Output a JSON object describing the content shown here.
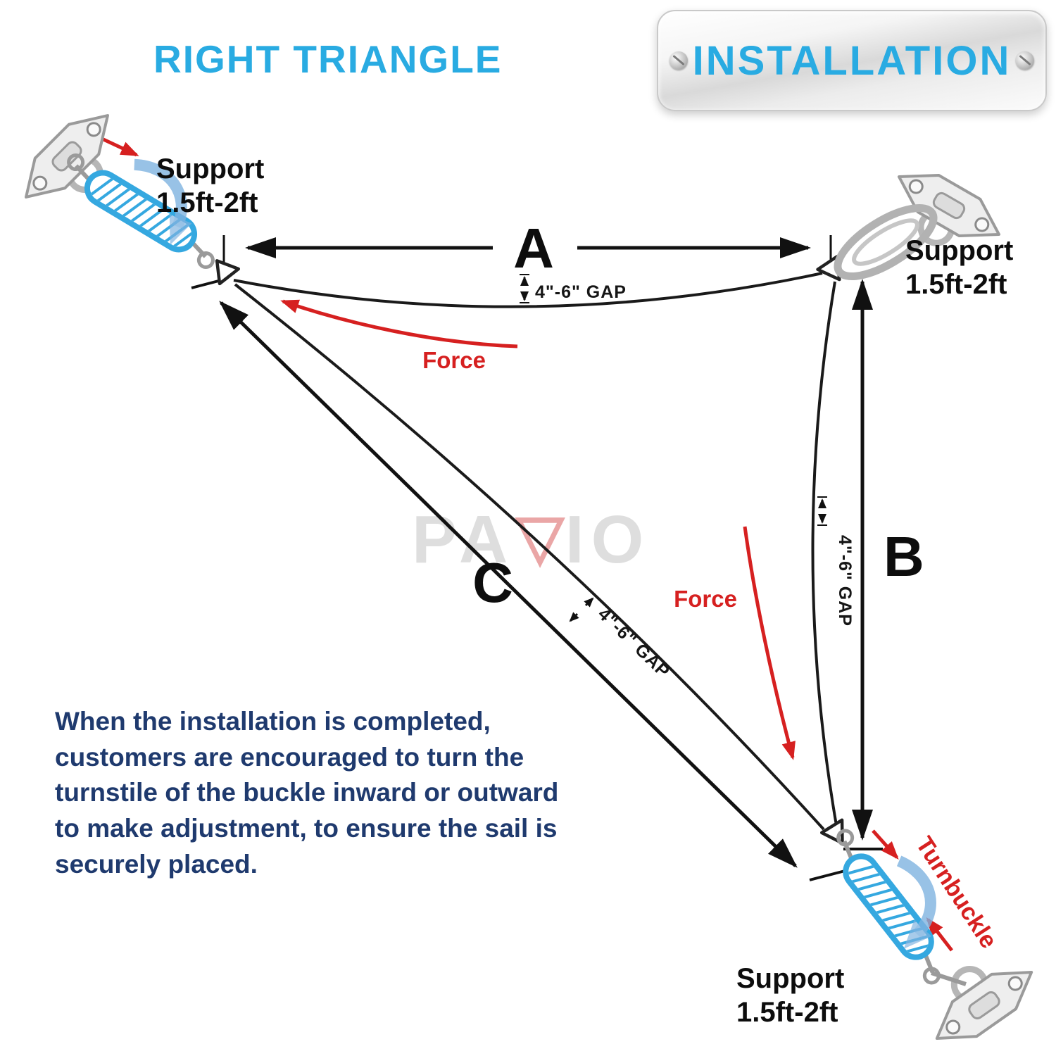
{
  "header": {
    "title": "RIGHT TRIANGLE",
    "plate_label": "INSTALLATION"
  },
  "watermark": {
    "part1": "PA",
    "part2": "IO"
  },
  "icons": {
    "brand_triangle": "▽"
  },
  "labels": {
    "side_a": "A",
    "side_b": "B",
    "side_c": "C",
    "gap_a": "4\"-6\" GAP",
    "gap_b": "4\"-6\" GAP",
    "gap_c": "4\"-6\" GAP",
    "force_top": "Force",
    "force_right": "Force",
    "turnbuckle": "Turnbuckle"
  },
  "supports": {
    "top_left": {
      "line1": "Support",
      "line2": "1.5ft-2ft"
    },
    "top_right": {
      "line1": "Support",
      "line2": "1.5ft-2ft"
    },
    "bottom": {
      "line1": "Support",
      "line2": "1.5ft-2ft"
    }
  },
  "note": "When the installation is completed, customers are encouraged to turn the turnstile of the buckle inward or outward to make adjustment, to ensure the sail is securely placed.",
  "colors": {
    "accent_cyan": "#29ABE2",
    "note_navy": "#1F3A6E",
    "force_red": "#D62020",
    "hardware_blue": "#35A8E0",
    "line_black": "#111111"
  }
}
